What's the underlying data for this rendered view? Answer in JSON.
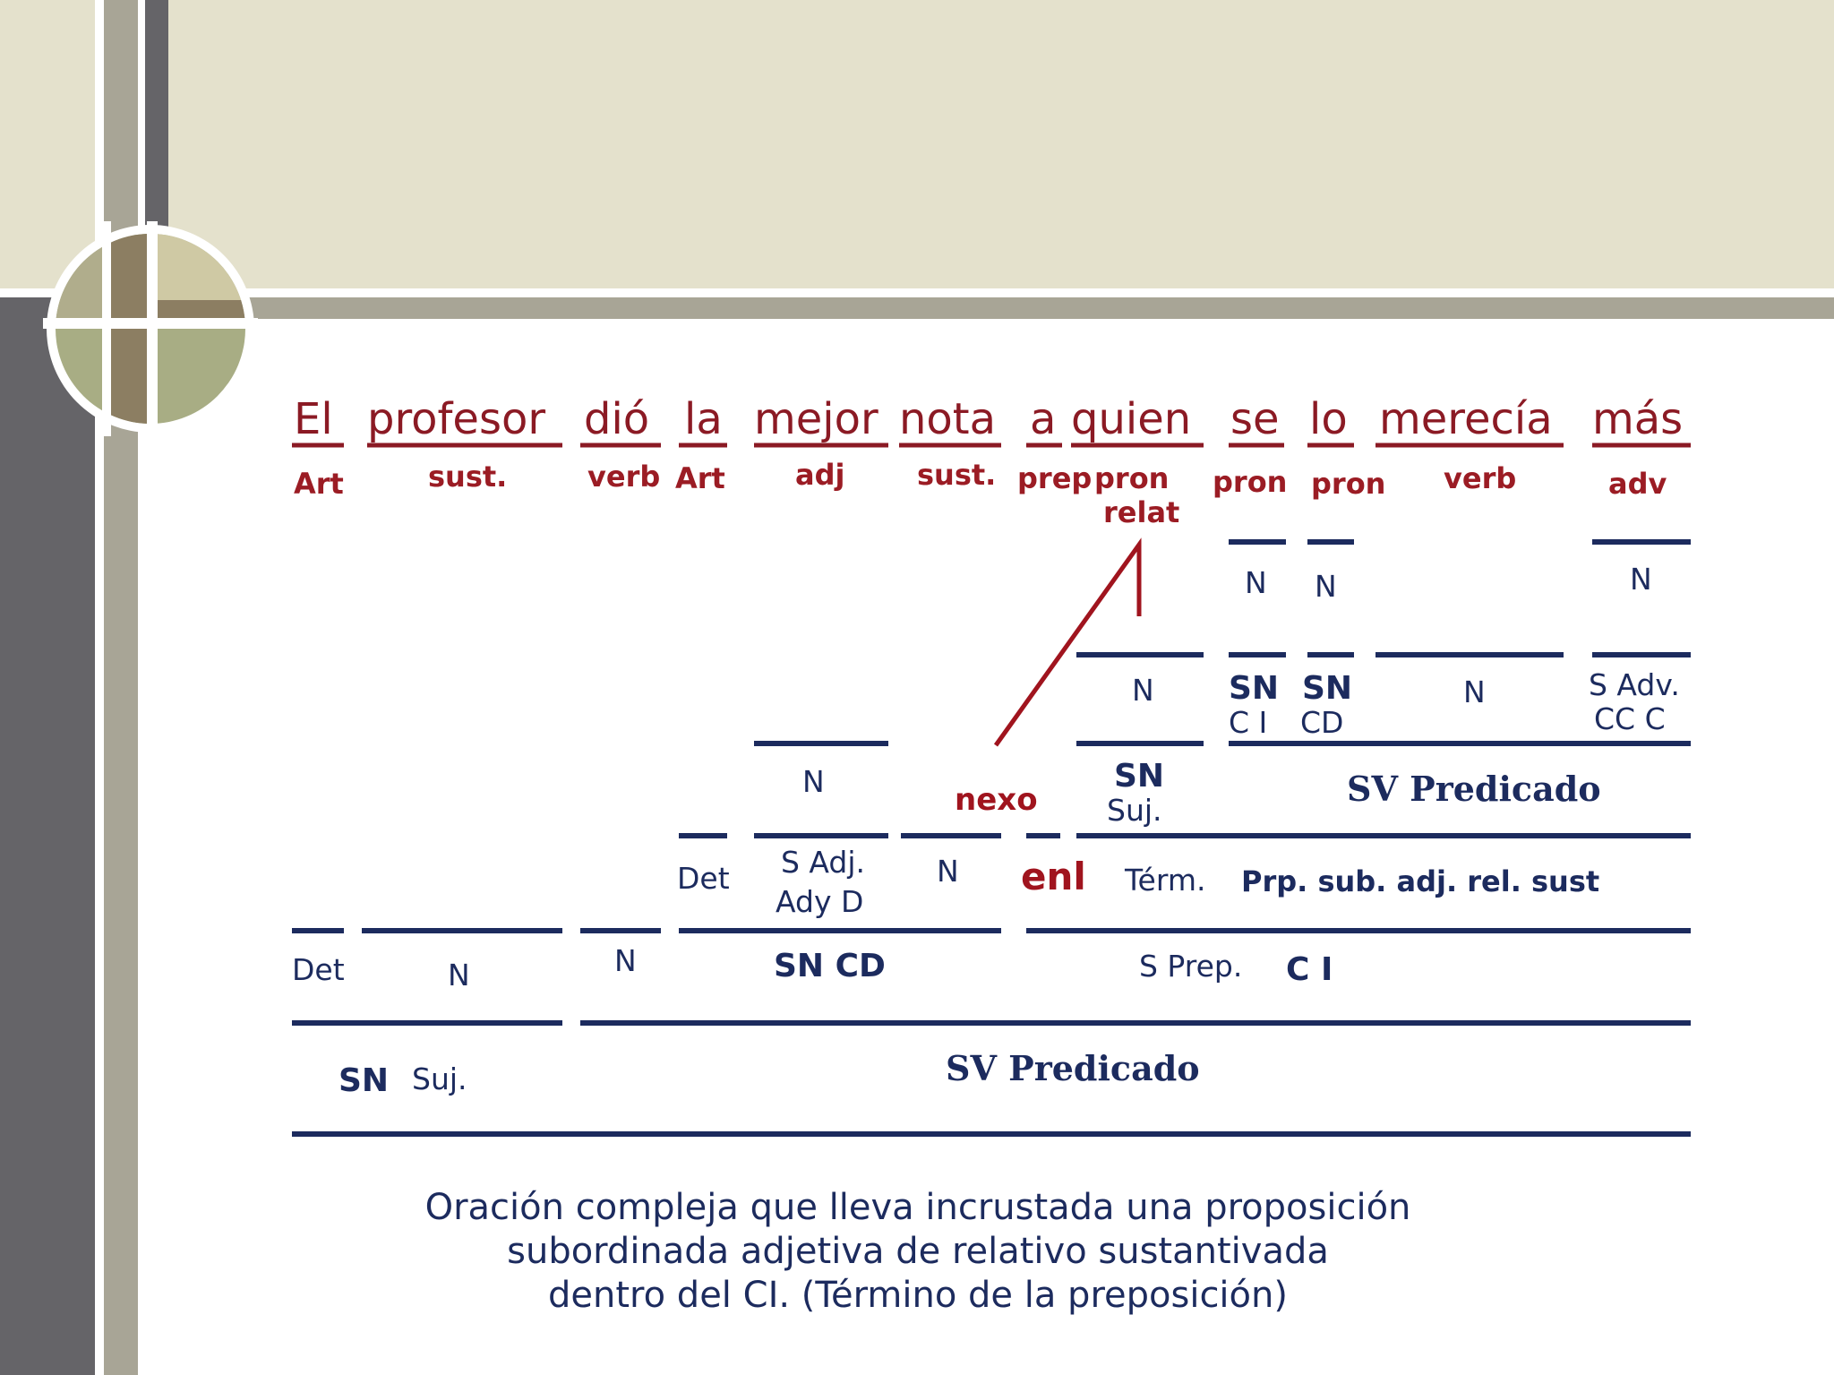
{
  "sentence": {
    "words": [
      "El",
      "profesor",
      "dió",
      "la",
      "mejor",
      "nota",
      "a",
      "quien",
      "se",
      "lo",
      "merecía",
      "más"
    ],
    "pos": [
      "Art",
      "sust.",
      "verb",
      "Art",
      "adj",
      "sust.",
      "prep",
      "pron",
      "pron",
      "pron",
      "verb",
      "adv"
    ],
    "pos_relat": "relat"
  },
  "labels": {
    "n": "N",
    "det": "Det",
    "sn": "SN",
    "ci": "C I",
    "cd": "CD",
    "s_adv": "S Adv.",
    "cc_c": "CC C",
    "suj_dot": "Suj.",
    "s_adj": "S Adj.",
    "ady_d": "Ady D",
    "term": "Térm.",
    "prp": "Prp. sub. adj. rel. sust",
    "sn_cd": "SN CD",
    "s_prep": "S Prep.",
    "sn_suj_sn": "SN",
    "sn_suj_suj": "Suj."
  },
  "predicates": {
    "inner": "SV Predicado",
    "outer": "SV Predicado"
  },
  "markers": {
    "nexo": "nexo",
    "enl": "enl"
  },
  "caption": {
    "lines": [
      "Oración compleja que lleva incrustada una proposición",
      "subordinada adjetiva de relativo sustantivada",
      "dentro del CI. (Término de la preposición)"
    ]
  },
  "colors": {
    "word": "#8b1a24",
    "structure": "#1c2b5e",
    "accent": "#a0141e",
    "header": "#e4e1cc",
    "stripe": "#a8a596",
    "dark": "#656468"
  }
}
